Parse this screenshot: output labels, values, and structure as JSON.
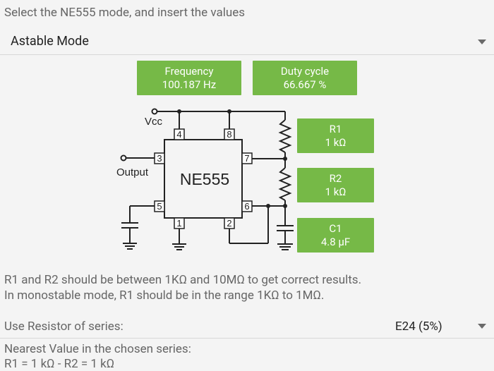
{
  "prompt": "Select the NE555 mode, and insert the values",
  "mode": {
    "selected": "Astable Mode"
  },
  "results": {
    "frequency": {
      "label": "Frequency",
      "value": "100.187 Hz"
    },
    "duty_cycle": {
      "label": "Duty cycle",
      "value": "66.667 %"
    }
  },
  "schematic": {
    "vcc": "Vcc",
    "output": "Output",
    "chip": "NE555",
    "pins": {
      "p4": "4",
      "p8": "8",
      "p3": "3",
      "p7": "7",
      "p5": "5",
      "p6": "6",
      "p1": "1",
      "p2": "2"
    }
  },
  "components": {
    "r1": {
      "label": "R1",
      "value": "1 kΩ"
    },
    "r2": {
      "label": "R2",
      "value": "1 kΩ"
    },
    "c1": {
      "label": "C1",
      "value": "4.8 µF"
    }
  },
  "notes": {
    "line1": "R1 and R2 should be between 1KΩ and 10MΩ to get correct results.",
    "line2": "In monostable mode, R1 should be in the range 1KΩ to 1MΩ."
  },
  "series": {
    "label": "Use Resistor of series:",
    "selected": "E24 (5%)"
  },
  "nearest": {
    "label": "Nearest Value in the chosen series:",
    "value": "R1 = 1 kΩ  -  R2 = 1 kΩ"
  },
  "colors": {
    "accent_green": "#76b947",
    "background": "#f4f4f4"
  }
}
